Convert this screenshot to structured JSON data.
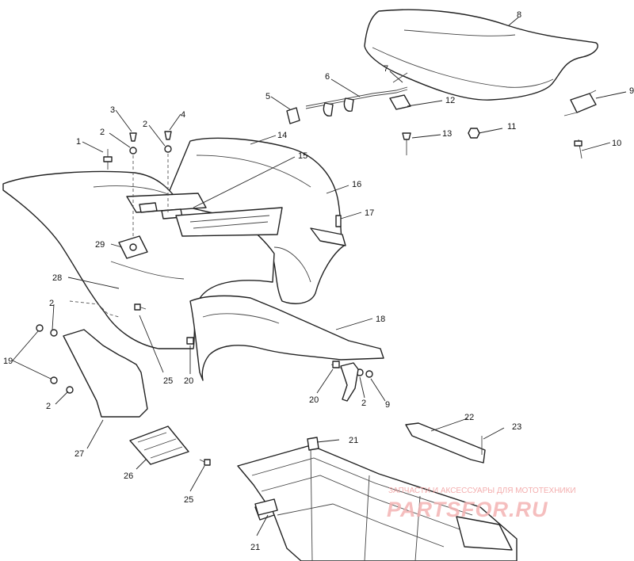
{
  "callouts": [
    {
      "id": "c1",
      "label": "1"
    },
    {
      "id": "c2a",
      "label": "2"
    },
    {
      "id": "c2b",
      "label": "2"
    },
    {
      "id": "c2c",
      "label": "2"
    },
    {
      "id": "c2d",
      "label": "2"
    },
    {
      "id": "c2e",
      "label": "2"
    },
    {
      "id": "c3",
      "label": "3"
    },
    {
      "id": "c4",
      "label": "4"
    },
    {
      "id": "c5",
      "label": "5"
    },
    {
      "id": "c6",
      "label": "6"
    },
    {
      "id": "c7",
      "label": "7"
    },
    {
      "id": "c8",
      "label": "8"
    },
    {
      "id": "c9a",
      "label": "9"
    },
    {
      "id": "c9b",
      "label": "9"
    },
    {
      "id": "c10",
      "label": "10"
    },
    {
      "id": "c11",
      "label": "11"
    },
    {
      "id": "c12",
      "label": "12"
    },
    {
      "id": "c13",
      "label": "13"
    },
    {
      "id": "c14",
      "label": "14"
    },
    {
      "id": "c15",
      "label": "15"
    },
    {
      "id": "c16",
      "label": "16"
    },
    {
      "id": "c17",
      "label": "17"
    },
    {
      "id": "c18",
      "label": "18"
    },
    {
      "id": "c19",
      "label": "19"
    },
    {
      "id": "c20a",
      "label": "20"
    },
    {
      "id": "c20b",
      "label": "20"
    },
    {
      "id": "c21a",
      "label": "21"
    },
    {
      "id": "c21b",
      "label": "21"
    },
    {
      "id": "c22",
      "label": "22"
    },
    {
      "id": "c23",
      "label": "23"
    },
    {
      "id": "c25a",
      "label": "25"
    },
    {
      "id": "c25b",
      "label": "25"
    },
    {
      "id": "c26",
      "label": "26"
    },
    {
      "id": "c27",
      "label": "27"
    },
    {
      "id": "c28",
      "label": "28"
    },
    {
      "id": "c29",
      "label": "29"
    }
  ],
  "watermark": {
    "tagline": "ЗАПЧАСТИ И АКСЕССУАРЫ ДЛЯ МОТОТЕХНИКИ",
    "logo": "PARTSFOR.RU"
  }
}
